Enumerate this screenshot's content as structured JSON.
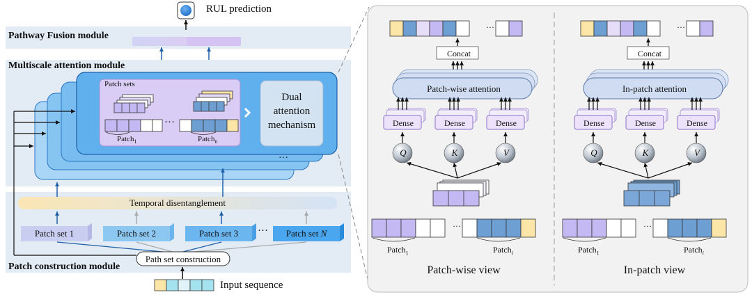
{
  "diagram": {
    "top": {
      "output_label": "RUL prediction"
    },
    "modules": {
      "pathway_fusion": "Pathway Fusion module",
      "multiscale_attention": "Multiscale attention module",
      "patch_construction": "Patch construction module"
    },
    "multiscale": {
      "patch_sets_label": "Patch sets",
      "patch_first": "Patch",
      "patch_first_sub": "1",
      "patch_last": "Patch",
      "patch_last_sub": "n",
      "dual_attention": [
        "Dual",
        "attention",
        "mechanism"
      ],
      "ellipsis": "···",
      "stack_ellipsis": "···"
    },
    "temporal_label": "Temporal disentanglement",
    "patch_sets": [
      "Patch set 1",
      "Patch set 2",
      "Patch set 3",
      "Patch set"
    ],
    "patch_set_last_italic": "N",
    "patch_sets_ellipsis": "···",
    "path_set_construction": "Path set construction",
    "input_sequence": "Input sequence",
    "views": [
      {
        "attention_label": "Patch-wise attention",
        "concat": "Concat",
        "dense": [
          "Dense",
          "Dense",
          "Dense"
        ],
        "qkv": [
          "Q",
          "K",
          "V"
        ],
        "patch_left": "Patch",
        "patch_left_sub": "1",
        "patch_right": "Patch",
        "patch_right_sub": "i",
        "caption": "Patch-wise view",
        "ellipsis": "···"
      },
      {
        "attention_label": "In-patch attention",
        "concat": "Concat",
        "dense": [
          "Dense",
          "Dense",
          "Dense"
        ],
        "qkv": [
          "Q",
          "K",
          "V"
        ],
        "patch_left": "Patch",
        "patch_left_sub": "1",
        "patch_right": "Patch",
        "patch_right_sub": "i",
        "caption": "In-patch view",
        "ellipsis": "···"
      }
    ],
    "colors": {
      "module_band": "#e3ebf5",
      "attention_front": "#62b4ee",
      "attention_back": "#a9d5f6",
      "patch_box": "#d9cdf5",
      "patch_purple": "#c5b9f3",
      "patch_blue": "#6e9fd3",
      "patch_yellow": "#fbe6a8",
      "patch_teal": "#a5e2f0",
      "dense_fill": "#ece3fa",
      "attn_pill": "#cfdcf2",
      "panel_bg": "#f2f2f2",
      "arrow": "#1f5fa8"
    }
  }
}
